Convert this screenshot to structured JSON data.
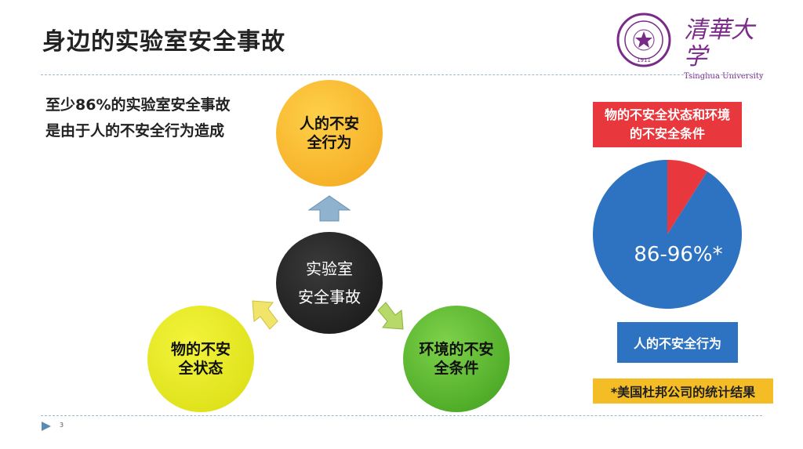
{
  "title": "身边的实验室安全事故",
  "intro_text": "至少86%的实验室安全事故是由于人的不安全行为造成",
  "circles": {
    "top": "人的不安全行为",
    "center_line1": "实验室",
    "center_line2": "安全事故",
    "left": "物的不安全状态",
    "right": "环境的不安全条件"
  },
  "chart_data": {
    "type": "pie",
    "slices": [
      {
        "label": "人的不安全行为",
        "value": 91,
        "color": "#2e73c2"
      },
      {
        "label": "物的不安全状态和环境的不安全条件",
        "value": 9,
        "color": "#e8373d"
      }
    ],
    "center_label": "86-96%*"
  },
  "labels": {
    "red": "物的不安全状态和环境的不安全条件",
    "blue": "人的不安全行为",
    "note": "*美国杜邦公司的统计结果"
  },
  "logo": {
    "cn": "清華大学",
    "en": "Tsinghua University",
    "seal_year": "1911"
  },
  "page_number": "3"
}
